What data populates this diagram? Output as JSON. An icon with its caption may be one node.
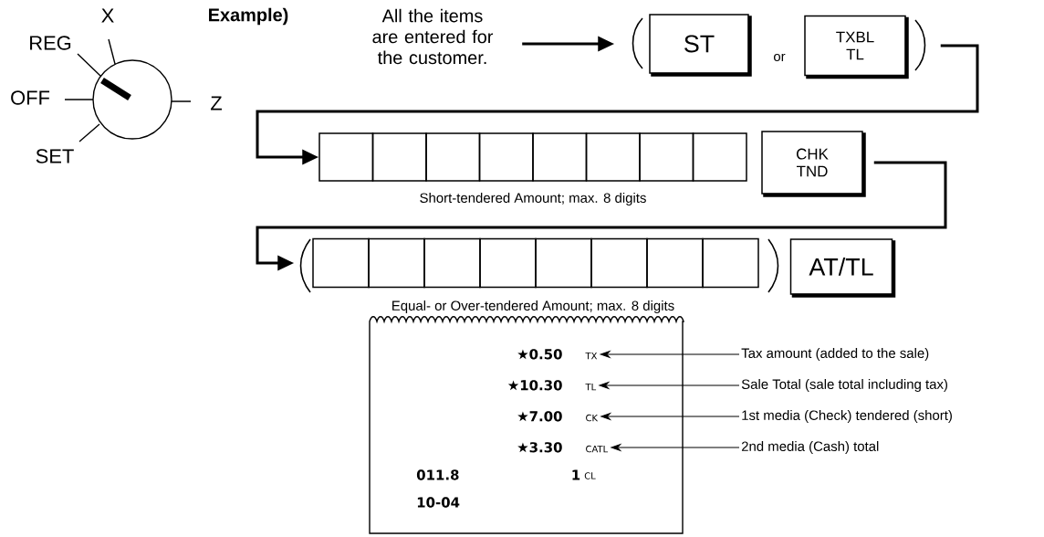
{
  "diagram": {
    "nodes": [
      {
        "text": [
          "All the items are entered for the customer."
        ]
      },
      {
        "text": [
          "ST"
        ]
      },
      {
        "text": [
          "TXBL TL"
        ]
      },
      {
        "text": [],
        "shape": "box"
      },
      {
        "text": [],
        "shape": "box"
      },
      {
        "text": [],
        "shape": "box"
      },
      {
        "text": [],
        "shape": "box"
      },
      {
        "text": [],
        "shape": "box"
      },
      {
        "text": [],
        "shape": "box"
      },
      {
        "text": [],
        "shape": "box"
      },
      {
        "text": [],
        "shape": "box"
      },
      {
        "text": [
          "CHK TND"
        ]
      },
      {
        "text": [],
        "shape": "box"
      },
      {
        "text": [],
        "shape": "box"
      },
      {
        "text": [],
        "shape": "box"
      },
      {
        "text": [],
        "shape": "box"
      },
      {
        "text": [],
        "shape": "box"
      },
      {
        "text": [],
        "shape": "box"
      },
      {
        "text": [],
        "shape": "box"
      },
      {
        "text": [],
        "shape": "box"
      },
      {
        "text": [
          "AT/TL"
        ]
      },
      {
        "text": [],
        "shape": "box"
      },
      {
        "text": [
          "★0.50",
          "TX"
        ],
        "in": 21
      },
      {
        "text": [
          "★10.30",
          "TL"
        ],
        "in": 21
      },
      {
        "text": [
          "★7.00",
          "CK"
        ],
        "in": 21
      },
      {
        "text": [
          "★3.30",
          "CATL"
        ],
        "in": 21
      },
      {
        "text": [
          "Tax amount (added to the sale)"
        ]
      },
      {
        "text": [
          "Sale Total (sale total including tax)"
        ]
      },
      {
        "text": [
          "1st media (Check) tendered (short)"
        ]
      },
      {
        "text": [
          "2nd media (Cash) total"
        ]
      }
    ],
    "edges": [
      {
        "from": 0,
        "to": 1,
        "arrow": "to",
        "style": "thick"
      },
      {
        "from": 2,
        "to": 3,
        "arrow": "to",
        "style": "thick"
      },
      {
        "from": 11,
        "to": 12,
        "arrow": "to",
        "style": "thick"
      },
      {
        "from": 26,
        "to": 22,
        "arrow": "to"
      },
      {
        "from": 27,
        "to": 23,
        "arrow": "to"
      },
      {
        "from": 28,
        "to": 24,
        "arrow": "to"
      },
      {
        "from": 29,
        "to": 25,
        "arrow": "to"
      }
    ],
    "labels": [
      "X",
      "REG",
      "OFF",
      "Z",
      "SET",
      "Example)",
      "or",
      "Short-tendered Amount; max. 8 digits",
      "Equal- or Over-tendered Amount; max. 8 digits",
      "011.8",
      "1",
      "CL",
      "10-04"
    ]
  }
}
